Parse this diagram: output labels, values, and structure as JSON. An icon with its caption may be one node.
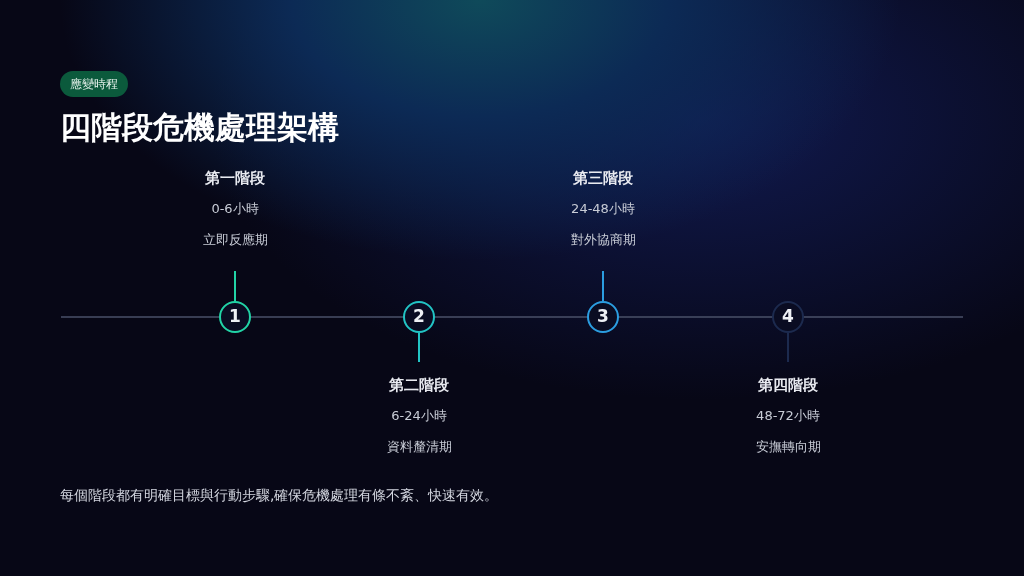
{
  "diagram": {
    "title": "四階段危機處理架構",
    "caption": "每個階段都有明確目標與行動步驟,確保危機處理有條不紊、快速有效。",
    "nodes": [
      {
        "text": [
          "第一階段",
          "0-6小時",
          "立即反應期"
        ]
      },
      {
        "text": [
          "1"
        ]
      },
      {
        "text": [
          "2"
        ]
      },
      {
        "text": [
          "第二階段",
          "6-24小時",
          "資料釐清期"
        ]
      },
      {
        "text": [
          "第三階段",
          "24-48小時",
          "對外協商期"
        ]
      },
      {
        "text": [
          "3"
        ]
      },
      {
        "text": [
          "4"
        ]
      },
      {
        "text": [
          "第四階段",
          "48-72小時",
          "安撫轉向期"
        ]
      }
    ],
    "edges": [
      {
        "from": 0,
        "to": 1,
        "arrow": "none",
        "color": "#22d3a6"
      },
      {
        "from": 2,
        "to": 3,
        "arrow": "none",
        "color": "#22c4c4"
      },
      {
        "from": 4,
        "to": 5,
        "arrow": "none",
        "color": "#2b9de0"
      },
      {
        "from": 6,
        "to": 7,
        "arrow": "none",
        "color": "#1c2a4e"
      }
    ],
    "labels": [
      "應變時程"
    ]
  }
}
